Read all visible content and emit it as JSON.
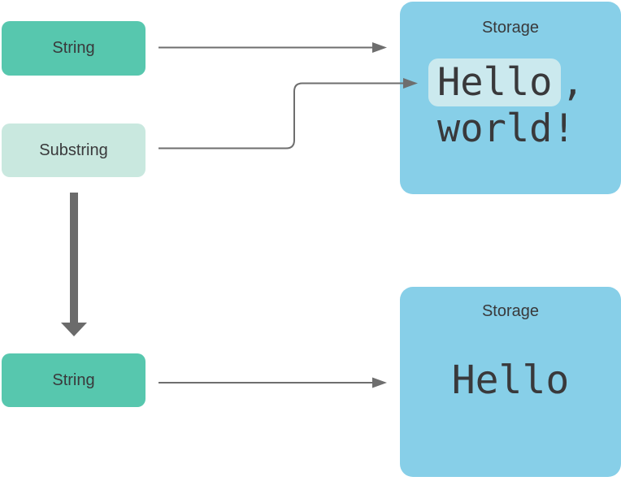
{
  "colors": {
    "bg": "#ffffff",
    "node-green": "#57C7AE",
    "node-mint": "#C9E8DF",
    "storage-blue": "#87CFE8",
    "highlight": "#CBE9EE",
    "text": "#39393B",
    "arrow": "#6E6E6E",
    "arrow-thick": "#6B6B6B"
  },
  "diagram": {
    "nodes": [
      {
        "label": "String"
      },
      {
        "label": "Substring"
      },
      {
        "label": "String"
      }
    ],
    "storage_top": {
      "title": "Storage",
      "highlighted_text": "Hello",
      "after_highlight": ",",
      "line2": "world!"
    },
    "storage_bottom": {
      "title": "Storage",
      "content": "Hello"
    }
  }
}
